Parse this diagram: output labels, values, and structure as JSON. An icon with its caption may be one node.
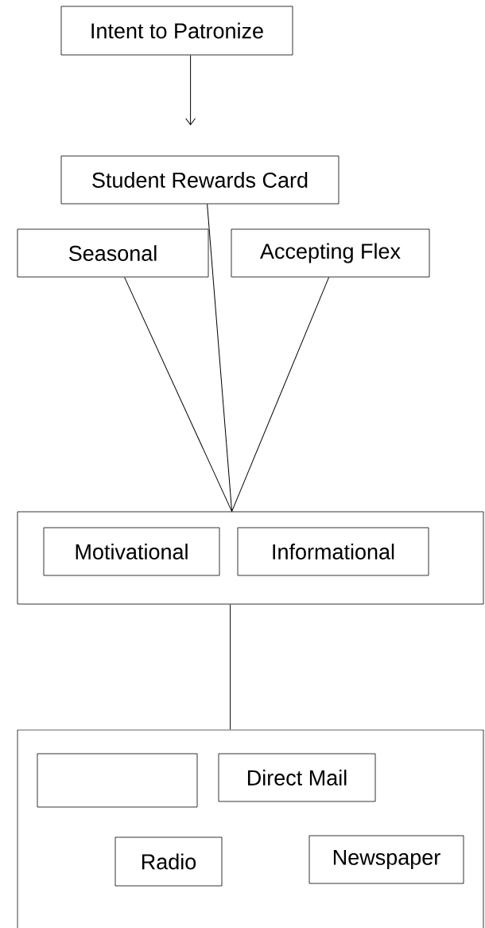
{
  "diagram": {
    "nodes": [
      {
        "text": [
          "Intent to Patronize"
        ]
      },
      {
        "text": [
          "Student Rewards Card"
        ]
      },
      {
        "text": [
          "Seasonal"
        ]
      },
      {
        "text": [
          "Accepting Flex"
        ]
      },
      {
        "text": [],
        "shape": "box"
      },
      {
        "text": [
          "Motivational"
        ],
        "in": 4
      },
      {
        "text": [
          "Informational"
        ],
        "in": 4
      },
      {
        "text": [],
        "shape": "box"
      },
      {
        "text": [],
        "shape": "box",
        "in": 7
      },
      {
        "text": [
          "Direct Mail"
        ],
        "in": 7
      },
      {
        "text": [
          "Radio"
        ],
        "in": 7
      },
      {
        "text": [
          "Newspaper"
        ],
        "in": 7
      }
    ],
    "edges": [
      {
        "from": 0,
        "to": 1,
        "arrow": "to"
      },
      {
        "from": 1,
        "to": 4,
        "arrow": "none"
      },
      {
        "from": 2,
        "to": 4,
        "arrow": "none"
      },
      {
        "from": 3,
        "to": 4,
        "arrow": "none"
      },
      {
        "from": 4,
        "to": 7,
        "arrow": "none"
      }
    ]
  }
}
